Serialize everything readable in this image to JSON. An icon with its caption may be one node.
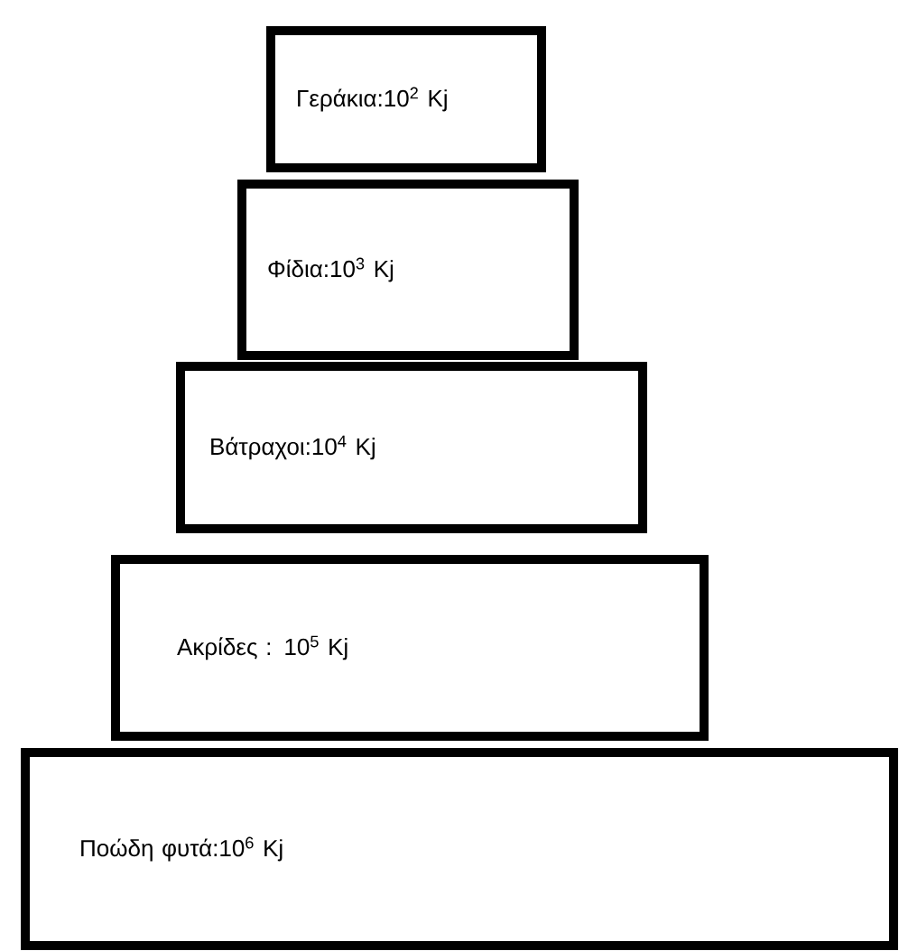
{
  "diagram": {
    "nodes": [
      {
        "text": [
          "Γεράκια:10$^{2}$ Kj"
        ]
      },
      {
        "text": [
          "Φίδια:10$^{3}$ Kj"
        ]
      },
      {
        "text": [
          "Βάτραχοι:10$^{4}$ Kj"
        ]
      },
      {
        "text": [
          "Ακρίδες : 10$^{5}$ Kj"
        ]
      },
      {
        "text": [
          "Ποώδη φυτά:10$^{6}$ Kj"
        ]
      }
    ]
  }
}
